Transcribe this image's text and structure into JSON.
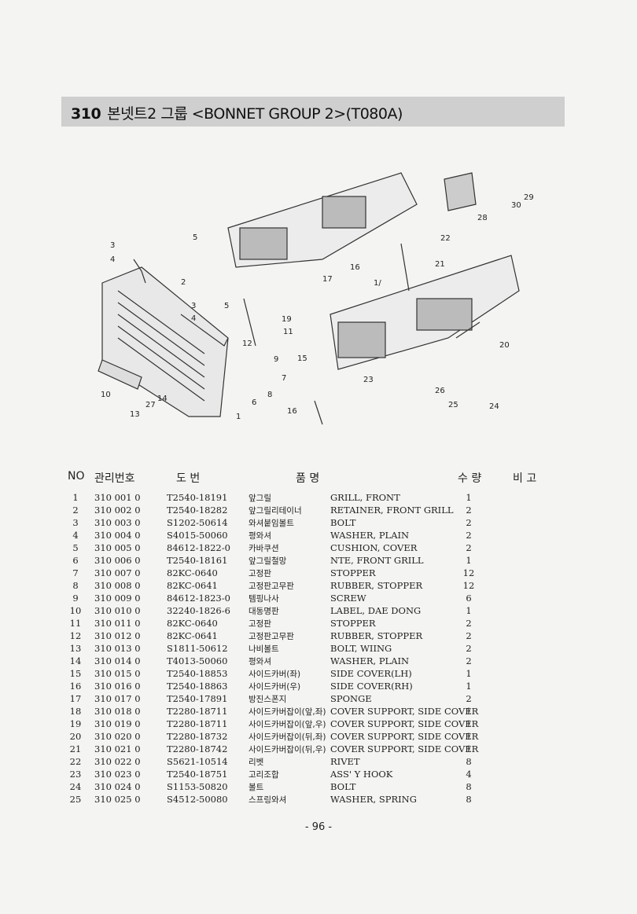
{
  "header": {
    "number": "310",
    "title": "본넷트2 그룹 <BONNET GROUP 2>(T080A)"
  },
  "diagram": {
    "callouts": [
      "3",
      "4",
      "5",
      "2",
      "3",
      "4",
      "5",
      "19",
      "11",
      "12",
      "9",
      "7",
      "8",
      "6",
      "1",
      "10",
      "14",
      "27",
      "13",
      "16",
      "17",
      "22",
      "21",
      "1/",
      "15",
      "23",
      "16",
      "26",
      "25",
      "24",
      "20",
      "28",
      "30",
      "29"
    ]
  },
  "table": {
    "headers": {
      "no": "NO",
      "mgmt": "관리번호",
      "part": "도 번",
      "name": "품 명",
      "qty": "수 량",
      "remark": "비 고"
    },
    "rows": [
      {
        "no": "1",
        "mgmt": "310 001 0",
        "part": "T2540-18191",
        "kname": "앞그릴",
        "ename": "GRILL, FRONT",
        "qty": "1"
      },
      {
        "no": "2",
        "mgmt": "310 002 0",
        "part": "T2540-18282",
        "kname": "앞그릴리테이너",
        "ename": "RETAINER, FRONT GRILL",
        "qty": "2"
      },
      {
        "no": "3",
        "mgmt": "310 003 0",
        "part": "S1202-50614",
        "kname": "와셔붙임볼트",
        "ename": "BOLT",
        "qty": "2"
      },
      {
        "no": "4",
        "mgmt": "310 004 0",
        "part": "S4015-50060",
        "kname": "평와셔",
        "ename": "WASHER, PLAIN",
        "qty": "2"
      },
      {
        "no": "5",
        "mgmt": "310 005 0",
        "part": "84612-1822-0",
        "kname": "카바쿠션",
        "ename": "CUSHION, COVER",
        "qty": "2"
      },
      {
        "no": "6",
        "mgmt": "310 006 0",
        "part": "T2540-18161",
        "kname": "앞그릴철망",
        "ename": "NTE, FRONT GRILL",
        "qty": "1"
      },
      {
        "no": "7",
        "mgmt": "310 007 0",
        "part": "82KC-0640",
        "kname": "고정판",
        "ename": "STOPPER",
        "qty": "12"
      },
      {
        "no": "8",
        "mgmt": "310 008 0",
        "part": "82KC-0641",
        "kname": "고정판고무판",
        "ename": "RUBBER, STOPPER",
        "qty": "12"
      },
      {
        "no": "9",
        "mgmt": "310 009 0",
        "part": "84612-1823-0",
        "kname": "템핑나사",
        "ename": "SCREW",
        "qty": "6"
      },
      {
        "no": "10",
        "mgmt": "310 010 0",
        "part": "32240-1826-6",
        "kname": "대동명판",
        "ename": "LABEL, DAE DONG",
        "qty": "1"
      },
      {
        "no": "11",
        "mgmt": "310 011 0",
        "part": "82KC-0640",
        "kname": "고정판",
        "ename": "STOPPER",
        "qty": "2"
      },
      {
        "no": "12",
        "mgmt": "310 012 0",
        "part": "82KC-0641",
        "kname": "고정판고무판",
        "ename": "RUBBER, STOPPER",
        "qty": "2"
      },
      {
        "no": "13",
        "mgmt": "310 013 0",
        "part": "S1811-50612",
        "kname": "나비볼트",
        "ename": "BOLT, WIING",
        "qty": "2"
      },
      {
        "no": "14",
        "mgmt": "310 014 0",
        "part": "T4013-50060",
        "kname": "평와셔",
        "ename": "WASHER, PLAIN",
        "qty": "2"
      },
      {
        "no": "15",
        "mgmt": "310 015 0",
        "part": "T2540-18853",
        "kname": "사이드카버(좌)",
        "ename": "SIDE COVER(LH)",
        "qty": "1"
      },
      {
        "no": "16",
        "mgmt": "310 016 0",
        "part": "T2540-18863",
        "kname": "사이드카버(우)",
        "ename": "SIDE COVER(RH)",
        "qty": "1"
      },
      {
        "no": "17",
        "mgmt": "310 017 0",
        "part": "T2540-17891",
        "kname": "방진스폰지",
        "ename": "SPONGE",
        "qty": "2"
      },
      {
        "no": "18",
        "mgmt": "310 018 0",
        "part": "T2280-18711",
        "kname": "사이드카버잡이(앞,좌)",
        "ename": "COVER SUPPORT, SIDE COVER",
        "qty": "1"
      },
      {
        "no": "19",
        "mgmt": "310 019 0",
        "part": "T2280-18711",
        "kname": "사이드카버잡이(앞,우)",
        "ename": "COVER SUPPORT, SIDE COVER",
        "qty": "1"
      },
      {
        "no": "20",
        "mgmt": "310 020 0",
        "part": "T2280-18732",
        "kname": "사이드카버잡이(뒤,좌)",
        "ename": "COVER SUPPORT, SIDE COVER",
        "qty": "1"
      },
      {
        "no": "21",
        "mgmt": "310 021 0",
        "part": "T2280-18742",
        "kname": "사이드카버잡이(뒤,우)",
        "ename": "COVER SUPPORT, SIDE COVER",
        "qty": "1"
      },
      {
        "no": "22",
        "mgmt": "310 022 0",
        "part": "S5621-10514",
        "kname": "리벳",
        "ename": "RIVET",
        "qty": "8"
      },
      {
        "no": "23",
        "mgmt": "310 023 0",
        "part": "T2540-18751",
        "kname": "고리조합",
        "ename": "ASS' Y HOOK",
        "qty": "4"
      },
      {
        "no": "24",
        "mgmt": "310 024 0",
        "part": "S1153-50820",
        "kname": "볼트",
        "ename": "BOLT",
        "qty": "8"
      },
      {
        "no": "25",
        "mgmt": "310 025 0",
        "part": "S4512-50080",
        "kname": "스프링와셔",
        "ename": "WASHER, SPRING",
        "qty": "8"
      }
    ]
  },
  "footer": {
    "page": "- 96 -"
  }
}
